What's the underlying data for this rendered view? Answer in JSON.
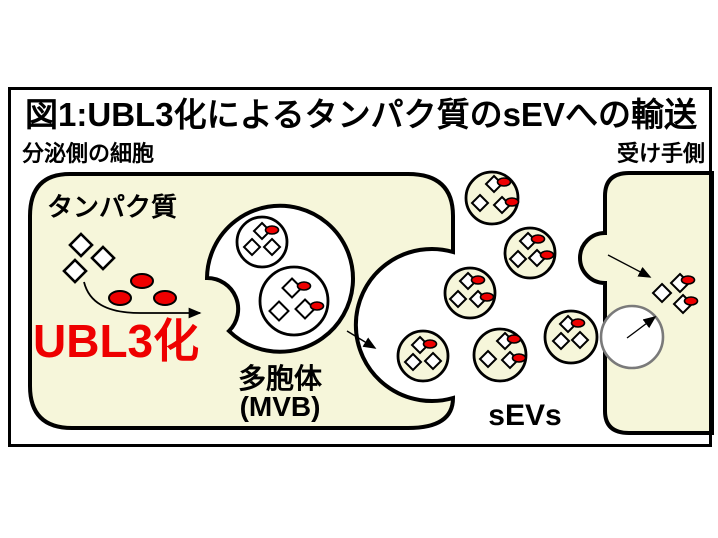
{
  "colors": {
    "cream": "#f6f6da",
    "red": "#ee0000",
    "ink": "#000000",
    "endosome-outline": "#7a7a7a",
    "background": "#ffffff"
  },
  "header": {
    "title": "図1:UBL3化によるタンパク質のsEVへの輸送"
  },
  "labels": {
    "secreting_cell": "分泌側の細胞",
    "receiver_side": "受け手側",
    "protein": "タンパク質",
    "ubl3ation": "UBL3化",
    "mvb_jp": "多胞体",
    "mvb_en": "(MVB)",
    "sevs": "sEVs"
  }
}
